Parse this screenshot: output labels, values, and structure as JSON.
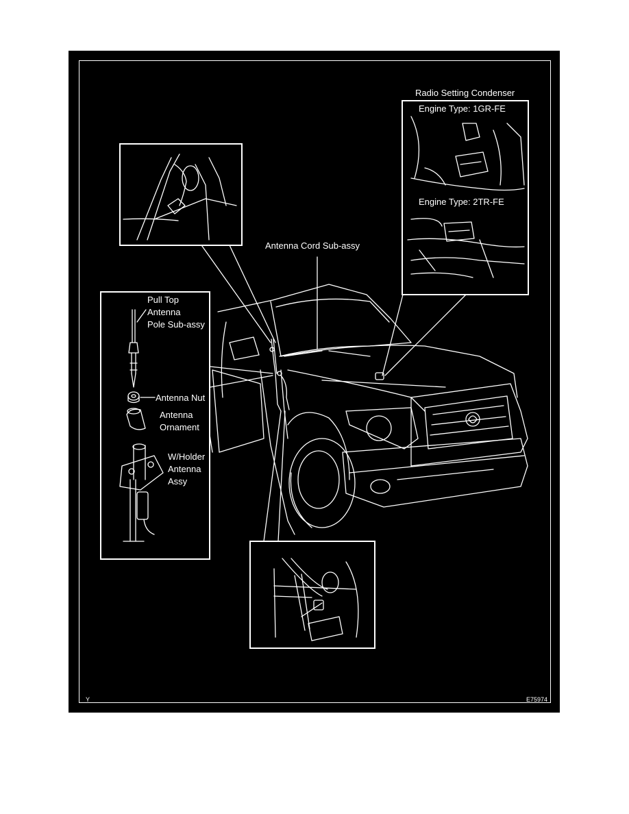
{
  "labels": {
    "radio_setting_condenser": "Radio Setting Condenser",
    "engine_type_1": "Engine Type:  1GR-FE",
    "engine_type_2": "Engine Type:  2TR-FE",
    "antenna_cord_sub_assy": "Antenna Cord Sub-assy",
    "pull_top": "Pull Top",
    "antenna": "Antenna",
    "pole_sub_assy": "Pole Sub-assy",
    "antenna_nut": "Antenna Nut",
    "antenna_ornament_1": "Antenna",
    "antenna_ornament_2": "Ornament",
    "w_holder": "W/Holder",
    "w_holder_antenna": "Antenna",
    "w_holder_assy": "Assy"
  },
  "corner_marks": {
    "left": "Y",
    "right": "E75974"
  },
  "colors": {
    "background": "#000000",
    "ink": "#ffffff",
    "page": "#ffffff"
  }
}
